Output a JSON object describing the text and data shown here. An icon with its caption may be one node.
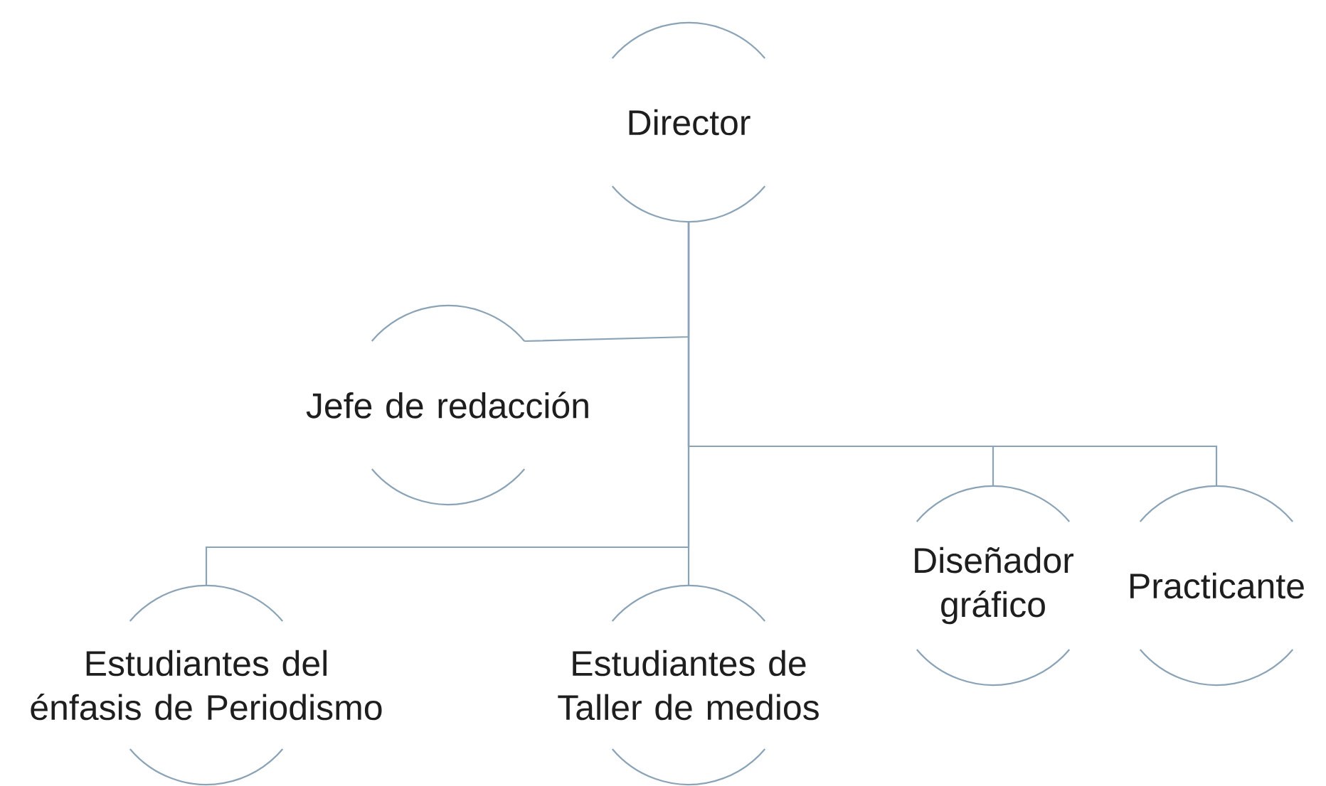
{
  "diagram": {
    "nodes": [
      {
        "text": [
          "Director"
        ]
      },
      {
        "text": [
          "Jefe de redacción"
        ]
      },
      {
        "text": [
          "Estudiantes del énfasis de Periodismo"
        ]
      },
      {
        "text": [
          "Estudiantes de Taller de medios"
        ]
      },
      {
        "text": [
          "Diseñador gráfico"
        ]
      },
      {
        "text": [
          "Practicante"
        ]
      }
    ],
    "edges": [
      {
        "from": 0,
        "to": 1,
        "arrow": "none"
      },
      {
        "from": 0,
        "to": 2,
        "arrow": "none"
      },
      {
        "from": 0,
        "to": 3,
        "arrow": "none"
      },
      {
        "from": 0,
        "to": 4,
        "arrow": "none"
      },
      {
        "from": 0,
        "to": 5,
        "arrow": "none"
      }
    ]
  }
}
